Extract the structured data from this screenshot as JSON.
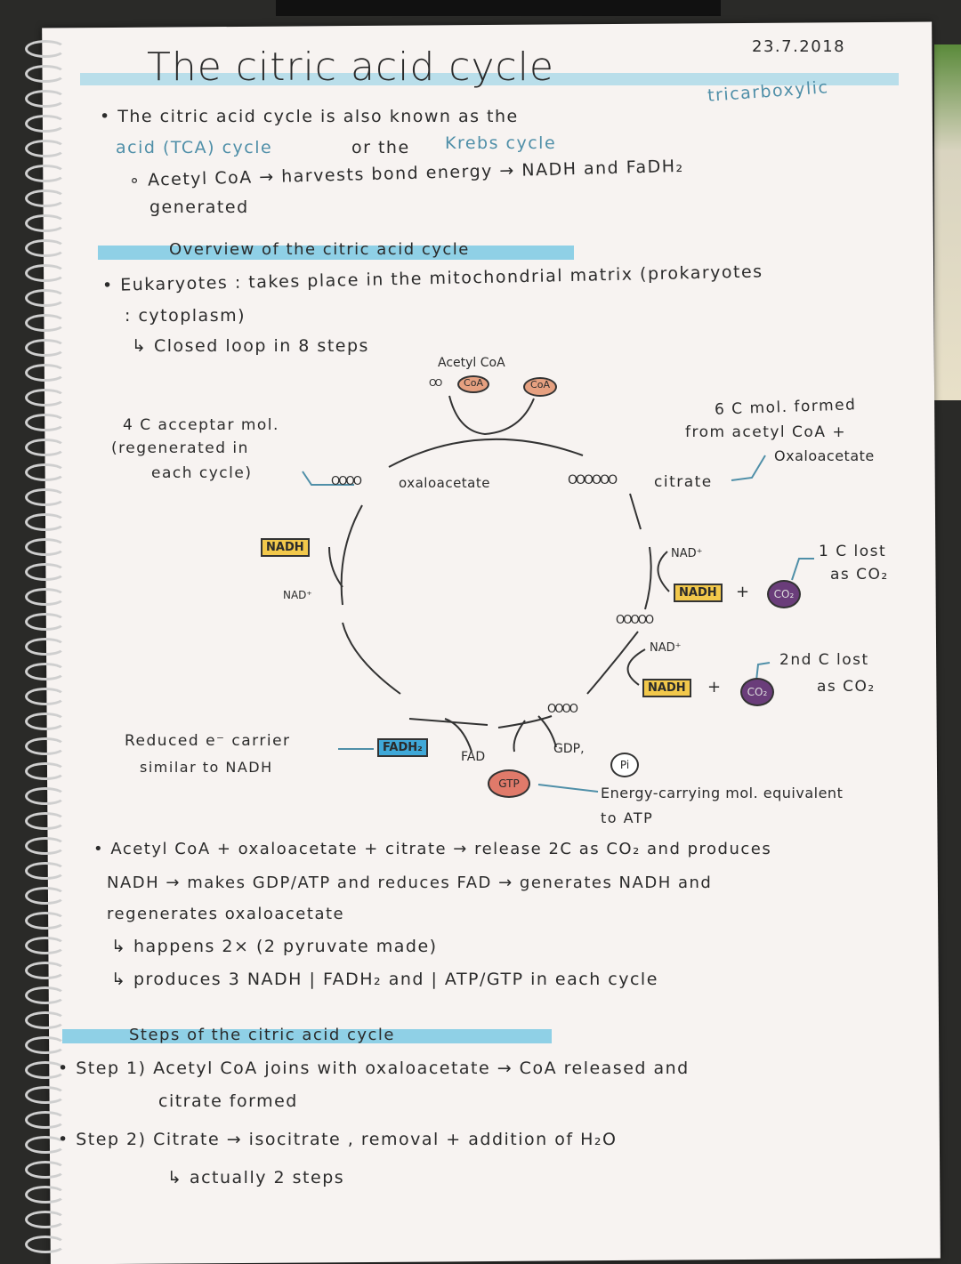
{
  "header": {
    "title": "The citric acid cycle",
    "date": "23.7.2018"
  },
  "intro": {
    "line1": "• The citric acid cycle is also known as the",
    "line1_blue": "tricarboxylic",
    "line2_blue_a": "acid (TCA) cycle",
    "line2_mid": "or the",
    "line2_blue_b": "Krebs cycle",
    "line3": "∘ Acetyl CoA → harvests bond energy → NADH and FaDH₂",
    "line4": "generated"
  },
  "overview": {
    "heading": "Overview of the citric acid cycle",
    "line1": "• Eukaryotes : takes place in the mitochondrial matrix (prokaryotes",
    "line2": ": cytoplasm)",
    "line3": "↳ Closed loop in 8 steps"
  },
  "diagram": {
    "acetyl_coa": "Acetyl CoA",
    "coa": "CoA",
    "coa_released": "CoA",
    "oxaloacetate": "oxaloacetate",
    "citrate": "citrate",
    "acceptor_note": [
      "4 C acceptar mol.",
      "(regenerated in",
      "each cycle)"
    ],
    "citrate_note": [
      "6 C mol. formed",
      "from acetyl CoA +",
      "Oxaloacetate"
    ],
    "nad_plus": "NAD⁺",
    "nadh": "NADH",
    "co2": "CO₂",
    "plus": "+",
    "co2_note_1": [
      "1 C lost",
      "as CO₂"
    ],
    "co2_note_2": [
      "2nd C lost",
      "as CO₂"
    ],
    "fadh": "FADH₂",
    "fad": "FAD",
    "gdp": "GDP,",
    "pi": "Pi",
    "gtp": "GTP",
    "fadh_note": [
      "Reduced e⁻ carrier",
      "similar to NADH"
    ],
    "gtp_note": [
      "Energy-carrying mol. equivalent",
      "to ATP"
    ],
    "carbons_6": "OOOOOO",
    "carbons_5": "OOOOO",
    "carbons_4": "OOOO",
    "carbons_2": "OO"
  },
  "summary": {
    "line1": "• Acetyl CoA + oxaloacetate + citrate → release 2C as CO₂ and produces",
    "line2": "NADH → makes GDP/ATP and reduces FAD → generates NADH and",
    "line3": "regenerates oxaloacetate",
    "line4": "↳ happens 2× (2 pyruvate made)",
    "line5": "↳ produces 3 NADH | FADH₂ and | ATP/GTP in each cycle"
  },
  "steps": {
    "heading": "Steps of the citric acid cycle",
    "step1_a": "• Step 1) Acetyl CoA joins with oxaloacetate → CoA released and",
    "step1_b": "citrate formed",
    "step2_a": "• Step 2) Citrate → isocitrate , removal + addition of H₂O",
    "step2_b": "↳ actually 2 steps"
  },
  "colors": {
    "highlight": "#8fd0e6",
    "nadh": "#f2c84b",
    "fadh": "#3fa8d8",
    "co2": "#6a3d7a",
    "gtp": "#e07a6a",
    "coa": "#e6a080",
    "blue_text": "#4f8fa8"
  }
}
